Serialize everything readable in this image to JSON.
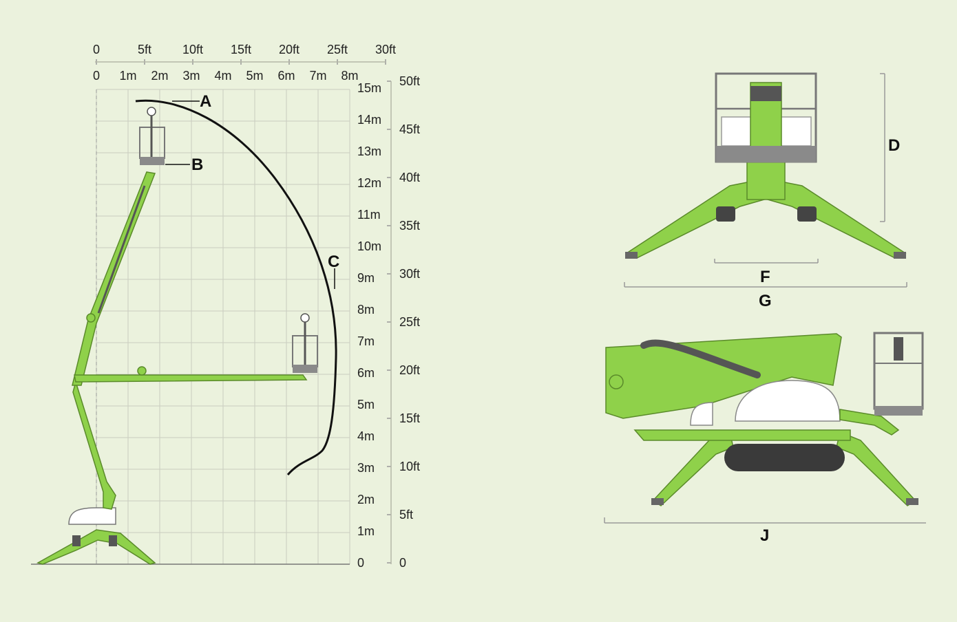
{
  "colors": {
    "background": "#ebf2dd",
    "machine_green": "#8fd14a",
    "machine_outline": "#5a8a2a",
    "grid": "#c9ccc0",
    "envelope": "#111111",
    "track": "#3a3a3a",
    "platform_grey": "#8a8a8a"
  },
  "axes": {
    "top_ft": [
      "0",
      "5ft",
      "10ft",
      "15ft",
      "20ft",
      "25ft",
      "30ft"
    ],
    "top_m": [
      "0",
      "1m",
      "2m",
      "3m",
      "4m",
      "5m",
      "6m",
      "7m",
      "8m"
    ],
    "right_m": [
      "15m",
      "14m",
      "13m",
      "12m",
      "11m",
      "10m",
      "9m",
      "8m",
      "7m",
      "6m",
      "5m",
      "4m",
      "3m",
      "2m",
      "1m",
      "0"
    ],
    "right_ft": [
      "50ft",
      "45ft",
      "40ft",
      "35ft",
      "30ft",
      "25ft",
      "20ft",
      "15ft",
      "10ft",
      "5ft",
      "0"
    ]
  },
  "labels": {
    "A": "A",
    "B": "B",
    "C": "C",
    "D": "D",
    "F": "F",
    "G": "G",
    "J": "J"
  }
}
